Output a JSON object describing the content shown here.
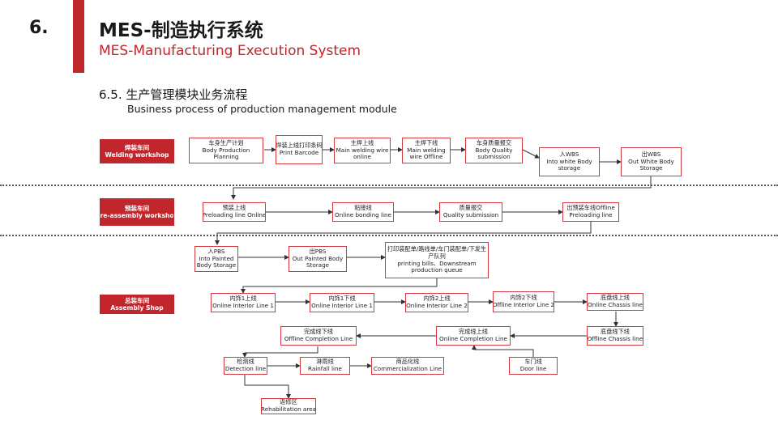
{
  "header": {
    "number": "6.",
    "title": "MES-制造执行系统",
    "subtitle": "MES-Manufacturing Execution System",
    "section_title": "6.5. 生产管理模块业务流程",
    "section_subtitle": "Business process of production management module"
  },
  "workshops": {
    "welding": {
      "zh": "焊装车间",
      "en": "Welding workshop"
    },
    "pre_assembly": {
      "zh": "预装车间",
      "en": "Pre-assembly workshop"
    },
    "assembly": {
      "zh": "总装车间",
      "en": "Assembly Shop"
    }
  },
  "nodes": {
    "body_planning": {
      "zh": "车身生产计划",
      "en1": "Body Production",
      "en2": "Planning"
    },
    "print_barcode": {
      "zh": "焊装上线打印条码",
      "en1": "Print Barcode"
    },
    "main_welding_online": {
      "zh": "主焊上线",
      "en1": "Main welding wire",
      "en2": "online"
    },
    "main_welding_offline": {
      "zh": "主焊下线",
      "en1": "Main welding",
      "en2": "wire Offline"
    },
    "body_quality": {
      "zh": "车身质量报交",
      "en1": "Body Quality",
      "en2": "submission"
    },
    "into_wbs": {
      "zh": "入WBS",
      "en1": "Into white Body",
      "en2": "storage"
    },
    "out_wbs": {
      "zh": "出WBS",
      "en1": "Out White Body",
      "en2": "Storage"
    },
    "preloading_online": {
      "zh": "预装上线",
      "en1": "Preloading line Online"
    },
    "bonding_line": {
      "zh": "粘接线",
      "en1": "Online bonding line"
    },
    "quality_submission": {
      "zh": "质量报交",
      "en1": "Quality submission"
    },
    "preloading_offline": {
      "zh": "出预装车线Offline",
      "en1": "Preloading line"
    },
    "into_pbs": {
      "zh": "入PBS",
      "en1": "Into Painted",
      "en2": "Body Storage"
    },
    "out_pbs": {
      "zh": "出PBS",
      "en1": "Out Painted Body",
      "en2": "Storage"
    },
    "printing_bills": {
      "zh": "打印装配单/路线单/车门装配单/下发生产队列",
      "en1": "printing bills、Downstream",
      "en2": "production queue"
    },
    "interior1_online": {
      "zh": "内饰1上线",
      "en1": "Online Interior Line 1"
    },
    "interior1_offline": {
      "zh": "内饰1下线",
      "en1": "Online Interior Line 1"
    },
    "interior2_online": {
      "zh": "内饰2上线",
      "en1": "Online Interior Line 2"
    },
    "interior2_offline": {
      "zh": "内饰2下线",
      "en1": "Offline Interior Line 2"
    },
    "chassis_online": {
      "zh": "底盘线上线",
      "en1": "Online Chassis line"
    },
    "completion_offline": {
      "zh": "完成线下线",
      "en1": "Offline Completion Line"
    },
    "completion_online": {
      "zh": "完成线上线",
      "en1": "Online Completion Line"
    },
    "chassis_offline": {
      "zh": "底盘线下线",
      "en1": "Offline Chassis line"
    },
    "detection": {
      "zh": "检测线",
      "en1": "Detection line"
    },
    "rainfall": {
      "zh": "淋雨线",
      "en1": "Rainfall line"
    },
    "commercialization": {
      "zh": "商品化线",
      "en1": "Commercialization Line"
    },
    "door_line": {
      "zh": "车门线",
      "en1": "Door line"
    },
    "rehabilitation": {
      "zh": "返修区",
      "en1": "Rehabilitation area"
    }
  },
  "colors": {
    "accent": "#c0262b",
    "box_border": "#d23a3f",
    "connector": "#333333",
    "text": "#1a1a1a"
  }
}
